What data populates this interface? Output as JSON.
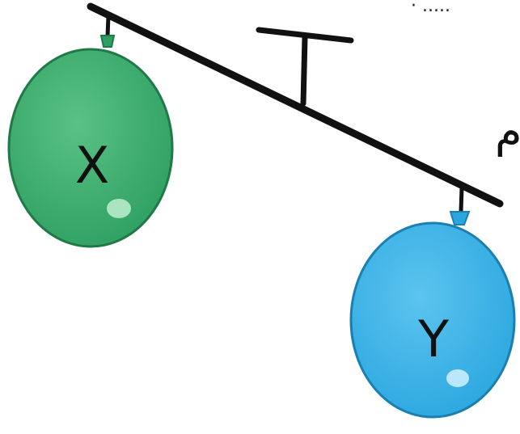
{
  "diagram": {
    "balloons": [
      {
        "label": "X",
        "color": "#2e9e61",
        "highlight": "#7fd3a1",
        "edge": "#1f7a47"
      },
      {
        "label": "Y",
        "color": "#2aa6df",
        "highlight": "#8fd7f6",
        "edge": "#1b7fb0"
      }
    ],
    "beam_color": "#111111",
    "dotted_line_text": "· .....",
    "corner_mark_text": "م"
  }
}
